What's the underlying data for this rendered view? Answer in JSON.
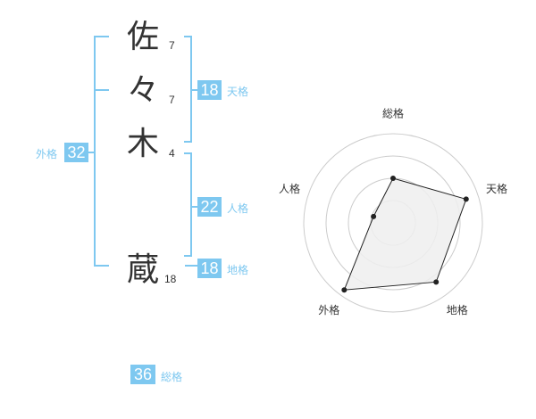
{
  "colors": {
    "accent": "#7ec8f0",
    "text": "#333333",
    "chart_fill": "#eeeeee",
    "grid": "#cccccc"
  },
  "name": {
    "chars": [
      {
        "char": "佐",
        "strokes": "7"
      },
      {
        "char": "々",
        "strokes": "7"
      },
      {
        "char": "木",
        "strokes": "4"
      },
      {
        "char": "蔵",
        "strokes": "18"
      }
    ]
  },
  "kakusu": {
    "tenkaku": {
      "value": "18",
      "label": "天格"
    },
    "jinkaku": {
      "value": "22",
      "label": "人格"
    },
    "chikaku": {
      "value": "18",
      "label": "地格"
    },
    "gaikaku": {
      "value": "32",
      "label": "外格"
    },
    "soukaku": {
      "value": "36",
      "label": "総格"
    }
  },
  "chart_data": {
    "type": "radar",
    "axes": [
      "総格",
      "天格",
      "地格",
      "外格",
      "人格"
    ],
    "values": [
      0.5,
      0.86,
      0.82,
      0.93,
      0.23
    ],
    "rings": 4,
    "grid": true
  }
}
